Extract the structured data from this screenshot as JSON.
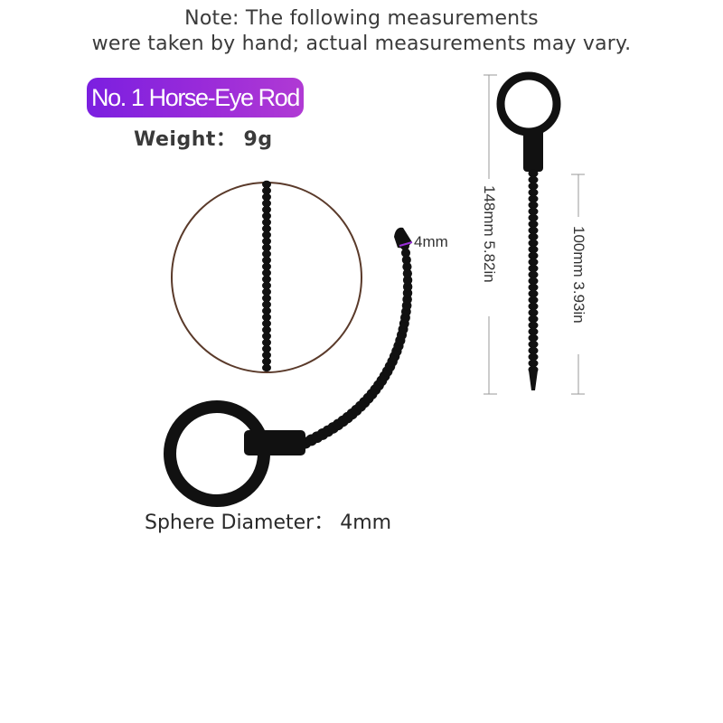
{
  "note": {
    "line1": "Note: The following measurements",
    "line2": "were taken by hand; actual measurements may vary."
  },
  "product": {
    "badge": "No. 1 Horse-Eye Rod",
    "weight": "Weight： 9g",
    "sphere_diameter": "Sphere Diameter： 4mm"
  },
  "dimensions": {
    "tip": "4mm",
    "total_length": "148mm  5.82in",
    "rod_length": "100mm  3.93in"
  },
  "colors": {
    "badge_start": "#7b1fe0",
    "badge_end": "#b03ad4",
    "product": "#111111",
    "magnifier_ring": "#5a3a2a",
    "tip_marker": "#9b30d9"
  }
}
